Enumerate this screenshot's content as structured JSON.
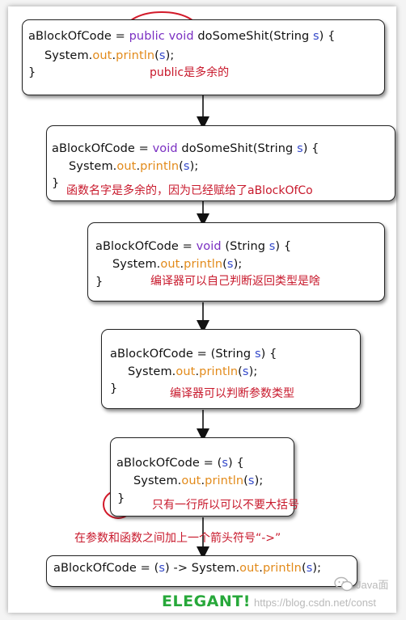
{
  "colors": {
    "keyword": "#7a2fc2",
    "out": "#e28a1a",
    "variable": "#3348c9",
    "annotation": "#c8192c",
    "elegant": "#27a83a"
  },
  "step1": {
    "line1_pre": "aBlockOfCode = ",
    "line1_public": "public",
    "line1_space": " ",
    "line1_void": "void",
    "line1_mid": " doSomeShit(String ",
    "line1_s": "s",
    "line1_end": ") {",
    "line2_pre": "System.",
    "line2_out": "out",
    "line2_dot": ".",
    "line2_println": "println",
    "line2_open": "(",
    "line2_s": "s",
    "line2_end": ");",
    "line3": "}",
    "note": "public是多余的"
  },
  "step2": {
    "line1_pre": "aBlockOfCode = ",
    "line1_void": "void",
    "line1_mid": " doSomeShit(String ",
    "line1_s": "s",
    "line1_end": ") {",
    "line2_pre": "System.",
    "line2_out": "out",
    "line2_dot": ".",
    "line2_println": "println",
    "line2_open": "(",
    "line2_s": "s",
    "line2_end": ");",
    "line3": "}",
    "note": "函数名字是多余的，因为已经赋给了aBlockOfCo"
  },
  "step3": {
    "line1_pre": "aBlockOfCode = ",
    "line1_void": "void",
    "line1_mid": " (String ",
    "line1_s": "s",
    "line1_end": ") {",
    "line2_pre": "System.",
    "line2_out": "out",
    "line2_dot": ".",
    "line2_println": "println",
    "line2_open": "(",
    "line2_s": "s",
    "line2_end": ");",
    "line3": "}",
    "note": "编译器可以自己判断返回类型是啥"
  },
  "step4": {
    "line1_pre": "aBlockOfCode = (String ",
    "line1_s": "s",
    "line1_end": ") {",
    "line2_pre": "System.",
    "line2_out": "out",
    "line2_dot": ".",
    "line2_println": "println",
    "line2_open": "(",
    "line2_s": "s",
    "line2_end": ");",
    "line3": "}",
    "note": "编译器可以判断参数类型"
  },
  "step5": {
    "line1_pre": "aBlockOfCode = (",
    "line1_s": "s",
    "line1_end": ") {",
    "line2_pre": "System.",
    "line2_out": "out",
    "line2_dot": ".",
    "line2_println": "println",
    "line2_open": "(",
    "line2_s": "s",
    "line2_end": ");",
    "line3": "}",
    "note": "只有一行所以可以不要大括号"
  },
  "arrow_note": "在参数和函数之间加上一个箭头符号“->”",
  "final": {
    "pre": "aBlockOfCode = (",
    "s": "s",
    "mid": ") -> System.",
    "out": "out",
    "dot": ".",
    "println": "println",
    "open": "(",
    "s2": "s",
    "end": ");"
  },
  "elegant": "ELEGANT!",
  "watermark_url": "https://blog.csdn.net/const",
  "watermark_brand": "Java面",
  "wechat_icon": "wechat-icon"
}
